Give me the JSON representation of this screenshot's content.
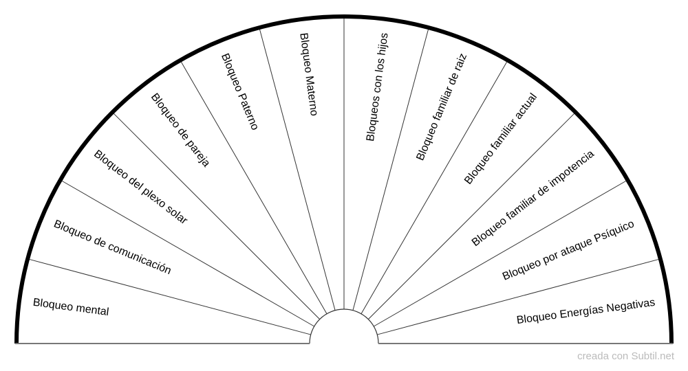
{
  "sectors": [
    "Bloqueo mental",
    "Bloqueo de comunicación",
    "Bloqueo del plexo solar",
    "Bloqueo de pareja",
    "Bloqueo Paterno",
    "Bloqueo Materno",
    "Bloqueos con los hijos",
    "Bloqueo familiar de raiz",
    "Bloqueo familiar actual",
    "Bloqueo familiar de impotencia",
    "Bloqueo por ataque Psíquico",
    "Bloqueo Energías Negativas"
  ],
  "footer": "creada con Subtil.net",
  "colors": {
    "arc": "#000000",
    "lines": "#333333",
    "baseline": "#777777",
    "footer": "#bbbbbb"
  }
}
